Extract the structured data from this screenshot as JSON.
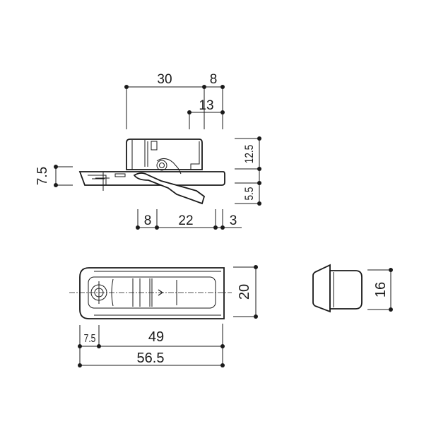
{
  "drawing": {
    "side_view": {
      "dims": {
        "width_a": "30",
        "width_b": "8",
        "offset": "13",
        "left_height": "7.5",
        "upper_height": "12.5",
        "lower_height": "5.5",
        "bottom_a": "8",
        "bottom_b": "22",
        "bottom_c": "3"
      }
    },
    "top_view": {
      "dims": {
        "height": "20",
        "offset": "7.5",
        "inner_length": "49",
        "total_length": "56.5"
      }
    },
    "cap_view": {
      "dims": {
        "height": "16"
      }
    },
    "colors": {
      "ink": "#1a1a1a",
      "background": "#ffffff"
    }
  }
}
